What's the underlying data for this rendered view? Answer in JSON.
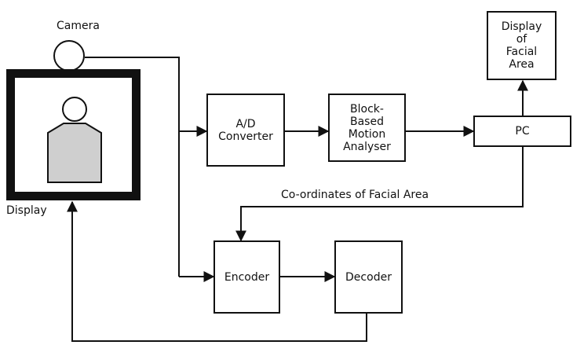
{
  "labels": {
    "camera": "Camera",
    "display": "Display",
    "coordinates": "Co-ordinates of Facial Area"
  },
  "blocks": {
    "ad_converter": [
      "A/D",
      "Converter"
    ],
    "motion_analyser": [
      "Block-",
      "Based",
      "Motion",
      "Analyser"
    ],
    "pc": [
      "PC"
    ],
    "facial_display": [
      "Display",
      "of",
      "Facial",
      "Area"
    ],
    "encoder": [
      "Encoder"
    ],
    "decoder": [
      "Decoder"
    ]
  },
  "colors": {
    "ink": "#111111",
    "paper": "#ffffff",
    "silhouette_fill": "#cfcfcf"
  }
}
